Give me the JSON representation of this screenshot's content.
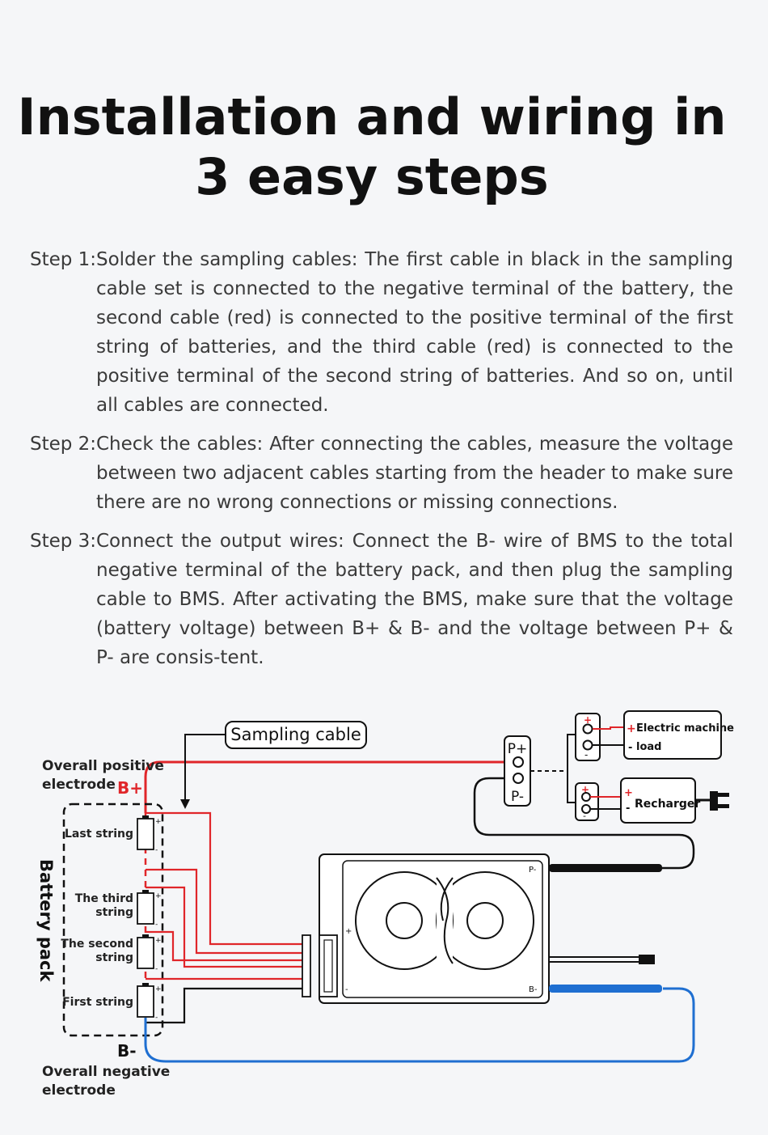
{
  "title": {
    "line1": "Installation and wiring in",
    "line2": "3 easy steps"
  },
  "steps": [
    {
      "label": "Step 1:",
      "text": "Solder the sampling cables: The first cable in black in the sampling cable set is connected to the negative terminal of the battery, the second cable (red) is connected to the positive terminal of the first string of batteries, and the third cable (red) is connected to the positive terminal of the second string of batteries. And so on, until all cables are connected."
    },
    {
      "label": "Step 2:",
      "text": "Check the cables: After connecting the cables, measure the voltage between two adjacent cables starting from the header to make sure there are no wrong connections or missing connections."
    },
    {
      "label": "Step 3:",
      "text": "Connect the output wires: Connect the B- wire of BMS to the total negative terminal of the battery pack, and then plug the sampling cable to BMS. After activating the BMS, make sure that the voltage (battery voltage) between B+ & B- and the voltage between P+ & P- are consis-tent."
    }
  ],
  "diagram": {
    "sampling_cable": "Sampling cable",
    "overall_positive_1": "Overall positive",
    "overall_positive_2": "electrode",
    "b_plus": "B+",
    "b_minus": "B-",
    "overall_negative_1": "Overall negative",
    "overall_negative_2": "electrode",
    "battery_pack": "Battery pack",
    "last_string": "Last string",
    "third_string_1": "The third",
    "third_string_2": "string",
    "second_string_1": "The second",
    "second_string_2": "string",
    "first_string": "First string",
    "p_plus": "P+",
    "p_minus": "P-",
    "electric_machine": "Electric machine",
    "load": "load",
    "recharger": "Recharger",
    "bms_p_minus": "P-",
    "bms_b_minus": "B-",
    "plus_sign": "+",
    "minus_sign": "-",
    "colors": {
      "positive": "#e0262a",
      "negative": "#1f6fd1",
      "black": "#111111"
    }
  }
}
